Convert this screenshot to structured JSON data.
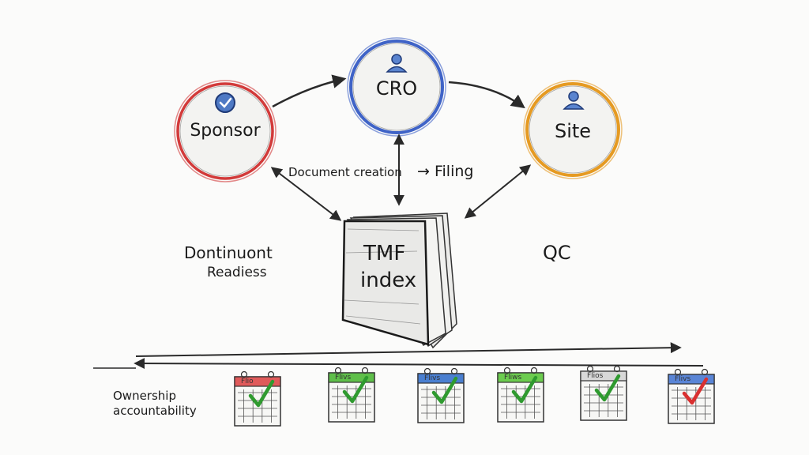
{
  "nodes": {
    "sponsor": {
      "label": "Sponsor",
      "color": "#d23a3a",
      "icon": "check-circle-icon"
    },
    "cro": {
      "label": "CRO",
      "color": "#3f63c7",
      "icon": "person-icon"
    },
    "site": {
      "label": "Site",
      "color": "#e59a22",
      "icon": "person-icon"
    }
  },
  "flow": {
    "document_creation": "Document creation",
    "filing": "→ Filing"
  },
  "tmf": {
    "line1": "TMF",
    "line2": "index"
  },
  "side": {
    "left_line1": "Dontinuont",
    "left_line2": "Readiess",
    "right": "QC"
  },
  "timeline": {
    "label_line1": "Ownership",
    "label_line2": "accountability",
    "calendars": [
      {
        "tab_color": "#e05a5a",
        "tab_label": "Flio",
        "check_color": "#2f9a2f"
      },
      {
        "tab_color": "#5fbf4a",
        "tab_label": "Flivs",
        "check_color": "#2f9a2f"
      },
      {
        "tab_color": "#4a7fd0",
        "tab_label": "Flivs",
        "check_color": "#2f9a2f"
      },
      {
        "tab_color": "#6ccc4f",
        "tab_label": "Fliws",
        "check_color": "#2f9a2f"
      },
      {
        "tab_color": "#d8d8d8",
        "tab_label": "Flios",
        "check_color": "#2f9a2f"
      },
      {
        "tab_color": "#5a85d6",
        "tab_label": "Flivs",
        "check_color": "#d93030"
      }
    ]
  }
}
